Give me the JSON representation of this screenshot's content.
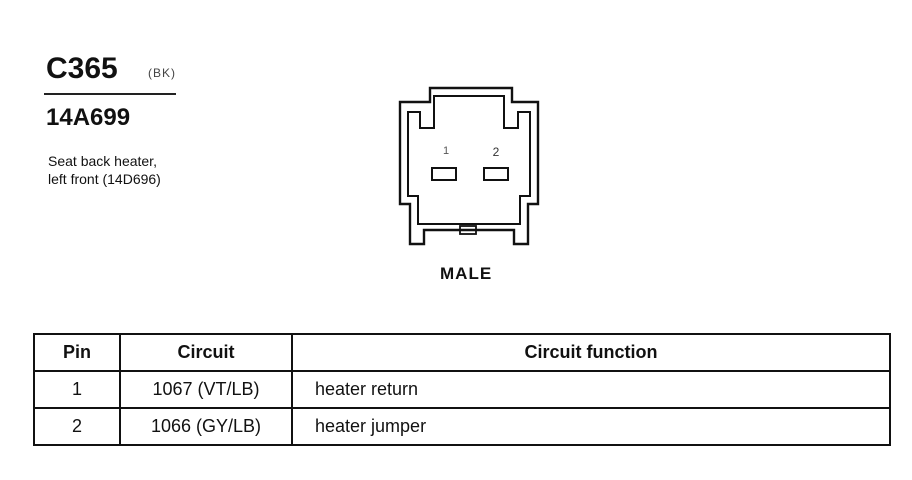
{
  "connector": {
    "id": "C365",
    "color_code": "(BK)",
    "part_number": "14A699",
    "description_lines": [
      "Seat back heater,",
      "left front (14D696)"
    ],
    "pin_marks": [
      "1",
      "2"
    ],
    "view_label": "MALE"
  },
  "table": {
    "headers": [
      "Pin",
      "Circuit",
      "Circuit function"
    ],
    "rows": [
      {
        "pin": "1",
        "circuit": "1067 (VT/LB)",
        "function": "heater return"
      },
      {
        "pin": "2",
        "circuit": "1066 (GY/LB)",
        "function": "heater jumper"
      }
    ]
  }
}
